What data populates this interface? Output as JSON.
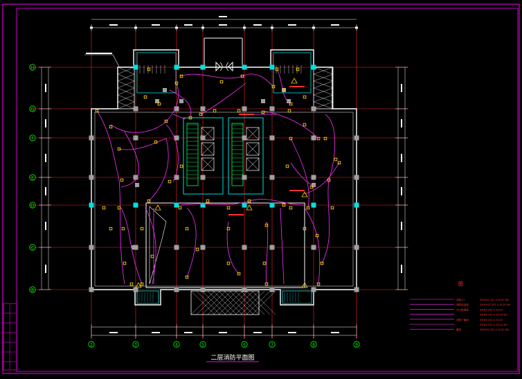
{
  "drawing": {
    "title": "二层消防平面图",
    "colors": {
      "background": "#000000",
      "border": "#ff00ff",
      "axis": "#ff2020",
      "wall": "#ffffff",
      "cyan": "#00e0e0",
      "wiring": "#ff30ff",
      "device": "#ffd000",
      "bubble": "#00ff00",
      "column": "#a0a0a0",
      "stair": "#00ff60"
    },
    "axis_rows": [
      "H",
      "G",
      "F",
      "E",
      "D",
      "C",
      "B"
    ],
    "axis_cols": [
      "2",
      "3",
      "4",
      "5",
      "6",
      "7",
      "8",
      "9"
    ],
    "legend": {
      "heading": "图",
      "rows": [
        {
          "label": "消防(1)",
          "spec": "ZR-RVS-2X1.5-SC20 WC"
        },
        {
          "label": "消防电话线",
          "spec": "ZR-RVVP-2X1.0-SC20 WC"
        },
        {
          "label": "24V电源线",
          "spec": "ZR-BV-2X2.5-SC20"
        },
        {
          "label": "",
          "spec": "ZR-BV-2X2.5-SC20 WC"
        },
        {
          "label": "消防广播线",
          "spec": "ZR-BV-2X1.5-SC20"
        },
        {
          "label": "",
          "spec": "ZR-BV-2X1.5-SC20 WC"
        },
        {
          "label": "模块",
          "spec": "ZR-RVS-2X1.5-SC20 WC"
        }
      ]
    }
  }
}
